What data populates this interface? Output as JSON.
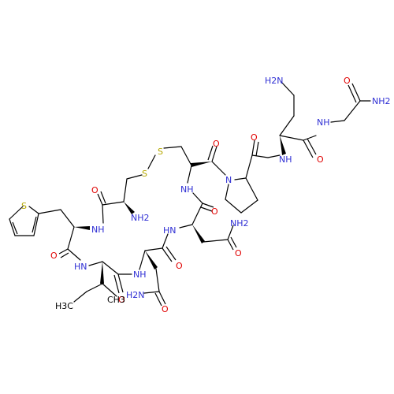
{
  "colors": {
    "bond": "#000000",
    "nitrogen": "#2f2fd4",
    "oxygen": "#e00000",
    "sulfur": "#b5a800",
    "carbon_label": "#000000"
  },
  "atom_labels": {
    "nh2_top": "H2N",
    "nh2_terminal_amide": "NH2",
    "o_terminal_amide": "O",
    "nh_gly": "NH",
    "o_gly": "O",
    "nh_dab": "NH",
    "o_pro_amide": "O",
    "n_pro": "N",
    "o_cys2": "O",
    "s1": "S",
    "s2": "S",
    "nh_cys2": "NH",
    "o_asn_backbone": "O",
    "nh2_asn": "NH2",
    "o_asn_side": "O",
    "nh_asn": "HN",
    "o_cys1": "O",
    "nh2_cys1": "NH2",
    "nh_thi": "NH",
    "s_thiophene": "S",
    "o_thi": "O",
    "nh_ile": "HN",
    "o_ile": "O",
    "nh_asn2": "NH",
    "o_asn2_backbone": "O",
    "nh2_asn2": "H2N",
    "o_asn2_side": "O",
    "ch3_ile_a": "CH3",
    "ch3_ile_b": "H3C"
  }
}
